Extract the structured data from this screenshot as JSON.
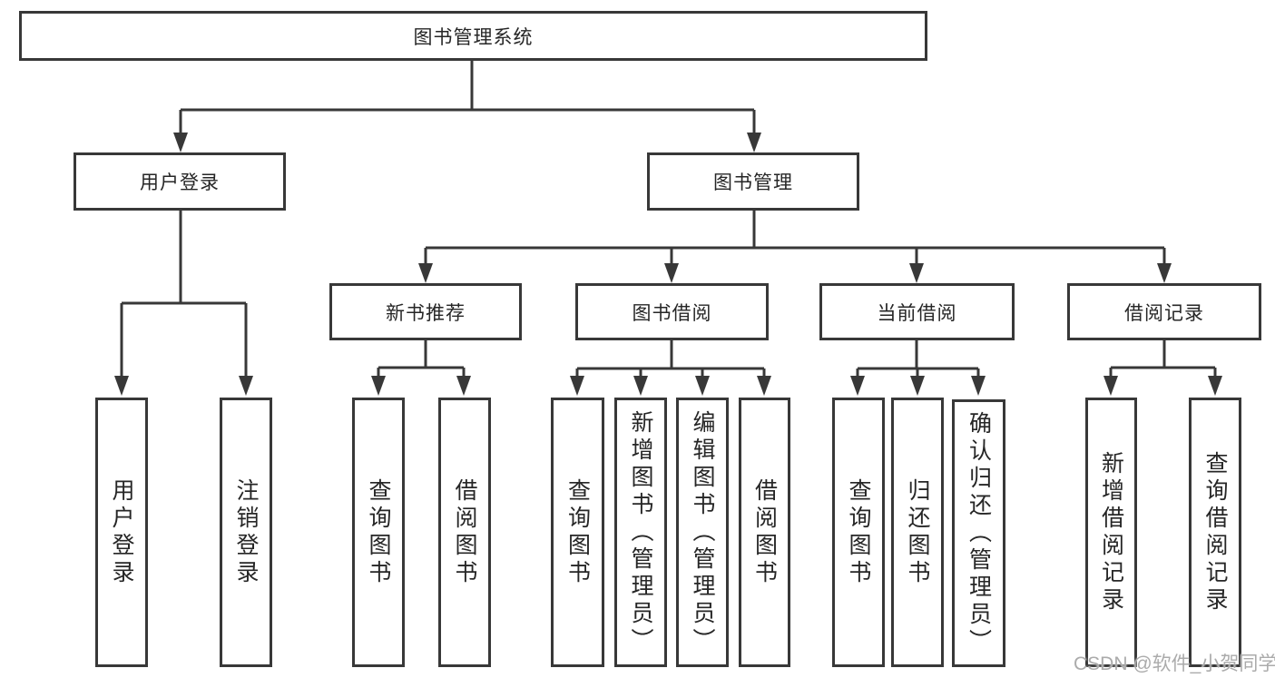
{
  "diagram": {
    "root": {
      "label": "图书管理系统"
    },
    "user_login": {
      "label": "用户登录",
      "children": [
        {
          "label": "用户登录"
        },
        {
          "label": "注销登录"
        }
      ]
    },
    "book_management": {
      "label": "图书管理",
      "sections": [
        {
          "label": "新书推荐",
          "children": [
            {
              "label": "查询图书"
            },
            {
              "label": "借阅图书"
            }
          ]
        },
        {
          "label": "图书借阅",
          "children": [
            {
              "label": "查询图书"
            },
            {
              "label": "新增图书（管理员）"
            },
            {
              "label": "编辑图书（管理员）"
            },
            {
              "label": "借阅图书"
            }
          ]
        },
        {
          "label": "当前借阅",
          "children": [
            {
              "label": "查询图书"
            },
            {
              "label": "归还图书"
            },
            {
              "label": "确认归还（管理员）"
            }
          ]
        },
        {
          "label": "借阅记录",
          "children": [
            {
              "label": "新增借阅记录"
            },
            {
              "label": "查询借阅记录"
            }
          ]
        }
      ]
    }
  },
  "watermark": {
    "text": "CSDN @软件_小贺同学"
  },
  "colors": {
    "line": "#383838",
    "text": "#262626",
    "watermark": "#ababab",
    "background": "#ffffff"
  }
}
